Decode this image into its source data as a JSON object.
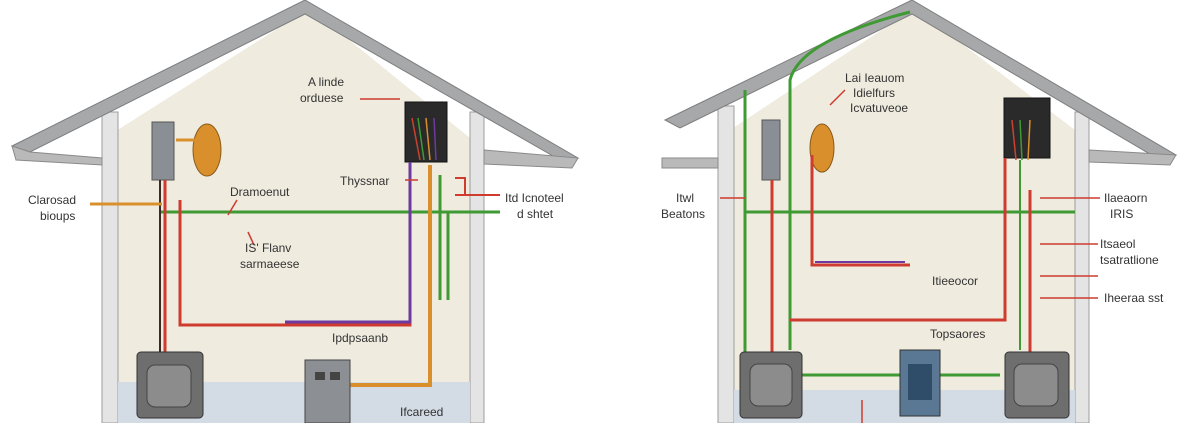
{
  "left_house": {
    "labels": {
      "top_center": [
        "A linde",
        "orduese"
      ],
      "left": [
        "Clarosad",
        "bioups"
      ],
      "mid_a": "Dramoenut",
      "mid_b": [
        "IS' Flanv",
        "sarmaeese"
      ],
      "transfer": "Thyssnar",
      "right": [
        "Itd Icnoteel",
        "d shtet"
      ],
      "lower": "Ipdpsaanb",
      "bottom": "Ifcareed"
    }
  },
  "right_house": {
    "labels": {
      "top_center": [
        "Lai Ieauom",
        "Idielfurs",
        "Icvatuveoe"
      ],
      "left": [
        "Itwl",
        "Beatons"
      ],
      "right_a": [
        "Ilaeaorn",
        "IRIS"
      ],
      "right_b": [
        "Itsaeol",
        "tsatratlione"
      ],
      "mid": "Itieeocor",
      "right_c": "Iheeraa sst",
      "bottom": "Topsaores"
    }
  },
  "colors": {
    "green": "#3f9a34",
    "red": "#cf3b2e",
    "purple": "#6e3aa0",
    "orange": "#d9902c",
    "roof": "#a7a8aa",
    "wall": "#efebdf"
  }
}
